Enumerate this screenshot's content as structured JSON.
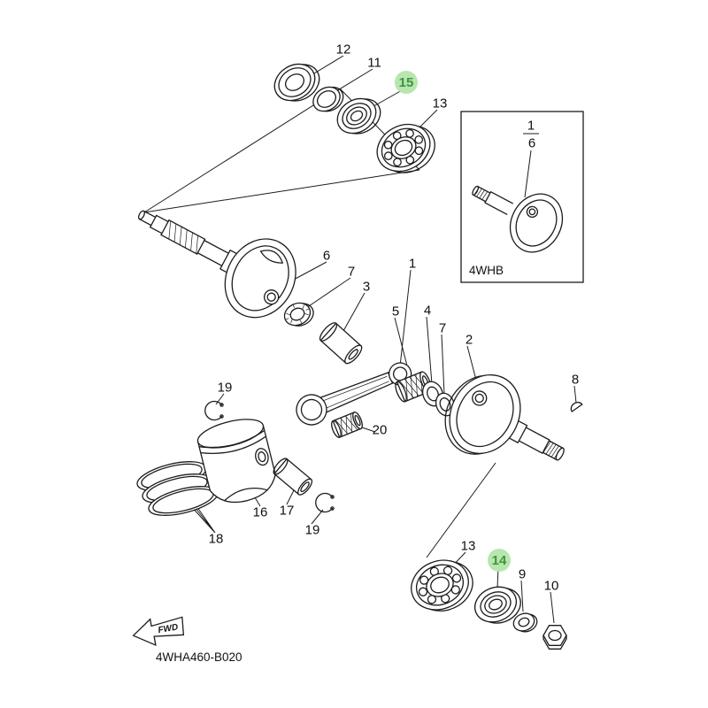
{
  "diagram": {
    "drawing_code": "4WHA460-B020",
    "fwd_label": "FWD",
    "inset": {
      "code": "4WHB",
      "ref_top": "1",
      "ref_bottom": "6"
    },
    "highlight": {
      "bg": "#b7e6ae",
      "text": "#3f9440"
    },
    "callouts": [
      {
        "text": "12",
        "highlighted": false
      },
      {
        "text": "11",
        "highlighted": false
      },
      {
        "text": "15",
        "highlighted": true
      },
      {
        "text": "13",
        "highlighted": false
      },
      {
        "text": "6",
        "highlighted": false
      },
      {
        "text": "7",
        "highlighted": false
      },
      {
        "text": "3",
        "highlighted": false
      },
      {
        "text": "1",
        "highlighted": false
      },
      {
        "text": "5",
        "highlighted": false
      },
      {
        "text": "4",
        "highlighted": false
      },
      {
        "text": "7",
        "highlighted": false
      },
      {
        "text": "2",
        "highlighted": false
      },
      {
        "text": "8",
        "highlighted": false
      },
      {
        "text": "19",
        "highlighted": false
      },
      {
        "text": "20",
        "highlighted": false
      },
      {
        "text": "16",
        "highlighted": false
      },
      {
        "text": "17",
        "highlighted": false
      },
      {
        "text": "19",
        "highlighted": false
      },
      {
        "text": "18",
        "highlighted": false
      },
      {
        "text": "13",
        "highlighted": false
      },
      {
        "text": "14",
        "highlighted": true
      },
      {
        "text": "9",
        "highlighted": false
      },
      {
        "text": "10",
        "highlighted": false
      }
    ]
  }
}
